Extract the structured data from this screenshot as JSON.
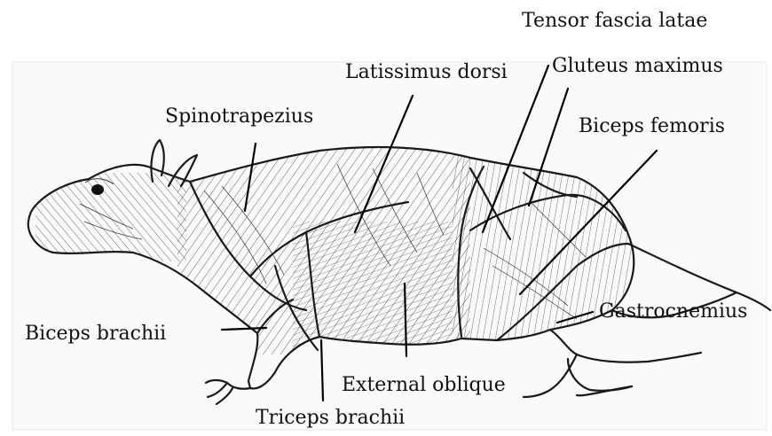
{
  "labels": {
    "tensor_fascia_latae": "Tensor fascia latae",
    "gluteus_maximus": "Gluteus maximus",
    "latissimus_dorsi": "Latissimus dorsi",
    "spinotrapezius": "Spinotrapezius",
    "biceps_femoris": "Biceps femoris",
    "gastrocnemius": "Gastrocnemius",
    "biceps_brachii": "Biceps brachii",
    "external_oblique": "External oblique",
    "triceps_brachii": "Triceps brachii"
  }
}
